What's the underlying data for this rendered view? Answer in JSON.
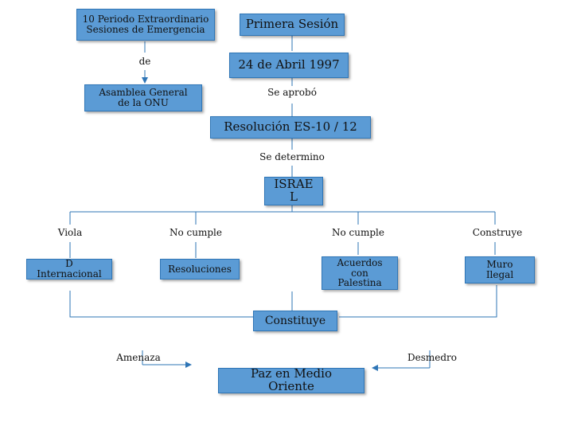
{
  "nodes": {
    "periodo": "10 Periodo Extraordinario\nSesiones de Emergencia",
    "primera_sesion": "Primera Sesión",
    "de": "de",
    "fecha": "24 de Abril 1997",
    "asamblea": "Asamblea General\nde la ONU",
    "se_aprobo": "Se aprobó",
    "resolucion": "Resolución ES-10 / 12",
    "se_determino": "Se determino",
    "israel": "ISRAE\nL",
    "viola": "Viola",
    "no_cumple_1": "No cumple",
    "no_cumple_2": "No cumple",
    "construye": "Construye",
    "d_internacional": "D\nInternacional",
    "resoluciones": "Resoluciones",
    "acuerdos": "Acuerdos\ncon\nPalestina",
    "muro": "Muro\nIlegal",
    "constituye": "Constituye",
    "amenaza": "Amenaza",
    "desmedro": "Desmedro",
    "paz": "Paz en Medio\nOriente"
  },
  "colors": {
    "box_fill": "#5b9bd5",
    "box_border": "#2e75b6",
    "connector": "#2e75b6"
  }
}
